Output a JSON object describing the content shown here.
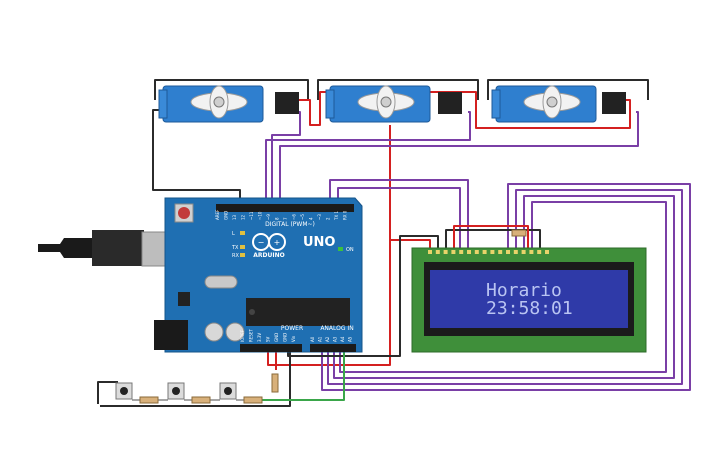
{
  "arduino": {
    "brand": "ARDUINO",
    "model": "UNO",
    "on_label": "ON",
    "digital_label": "DIGITAL (PWM~)",
    "power_label": "POWER",
    "analog_label": "ANALOG IN",
    "tx_label": "TX",
    "rx_label": "RX",
    "l_label": "L",
    "digital_pins": [
      "AREF",
      "GND",
      "13",
      "12",
      "~11",
      "~10",
      "~9",
      "8",
      "7",
      "~6",
      "~5",
      "4",
      "~3",
      "2",
      "TX 1",
      "RX 0"
    ],
    "power_pins": [
      "IOREF",
      "RESET",
      "3.3V",
      "5V",
      "GND",
      "GND",
      "Vin"
    ],
    "analog_pins": [
      "A0",
      "A1",
      "A2",
      "A3",
      "A4",
      "A5"
    ],
    "board_color": "#1f6fb2"
  },
  "lcd": {
    "line1": "Horario",
    "line2": "23:58:01",
    "pcb_color": "#3f8f3a",
    "screen_color": "#2f3aa8",
    "text_color": "#b9c4f2"
  },
  "servos": [
    {
      "id": "servo-1",
      "body_color": "#2f7fcf"
    },
    {
      "id": "servo-2",
      "body_color": "#2f7fcf"
    },
    {
      "id": "servo-3",
      "body_color": "#2f7fcf"
    }
  ],
  "buttons": [
    {
      "id": "pushbutton-1"
    },
    {
      "id": "pushbutton-2"
    },
    {
      "id": "pushbutton-3"
    }
  ],
  "wire_colors": {
    "black": "#2b2b2b",
    "red": "#d42020",
    "purple": "#7a3fa6",
    "green": "#3aa64a"
  }
}
